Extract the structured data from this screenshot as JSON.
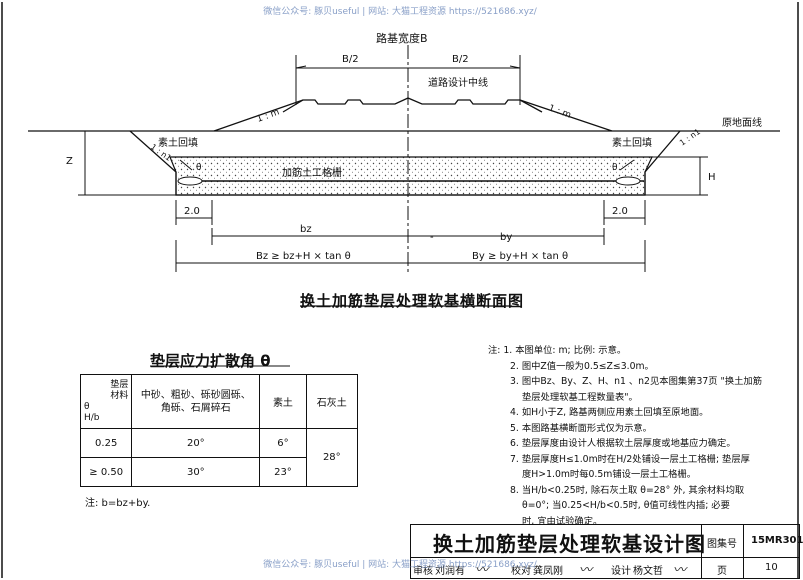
{
  "watermark": "微信公众号: 豚贝useful | 网站: 大猫工程资源 https://521686.xyz/",
  "diagram": {
    "roadbed_width": "路基宽度B",
    "half_width": "B/2",
    "centerline": "道路设计中线",
    "slope": "1 : m",
    "slope_n1": "1 : n1",
    "ground_line": "原地面线",
    "backfill": "素土回填",
    "geogrid": "加筋土工格栅",
    "theta": "θ",
    "z_label": "Z",
    "h_label": "H",
    "dim_2": "2.0",
    "bz": "bz",
    "by": "by",
    "dash": "-",
    "bz_formula": "Bz ≥ bz+H × tan θ",
    "by_formula": "By ≥ by+H × tan θ"
  },
  "section_title": "换土加筋垫层处理软基横断面图",
  "table": {
    "title": "垫层应力扩散角 θ",
    "header_corner": [
      "垫层",
      "材料",
      "θ",
      "H/b"
    ],
    "col_headers": [
      "中砂、粗砂、砾砂圆砾、角砾、石屑碎石",
      "素土",
      "石灰土"
    ],
    "rows": [
      {
        "ratio": "0.25",
        "sand": "20°",
        "soil": "6°"
      },
      {
        "ratio": "≥ 0.50",
        "sand": "30°",
        "soil": "23°"
      }
    ],
    "lime": "28°",
    "note": "注: b=bz+by."
  },
  "notes": [
    "注: 1. 本图单位: m; 比例: 示意。",
    "2. 图中Z值一般为0.5≤Z≤3.0m。",
    "3. 图中Bz、By、Z、H、n1 、n2见本图集第37页 \"换土加筋",
    "垫层处理软基工程数量表\"。",
    "4. 如H小于Z, 路基两侧应用素土回填至原地面。",
    "5. 本图路基横断面形式仅为示意。",
    "6. 垫层厚度由设计人根据软土层厚度或地基应力确定。",
    "7. 垫层厚度H≤1.0m时在H/2处铺设一层土工格栅; 垫层厚",
    "度H>1.0m时每0.5m铺设一层土工格栅。",
    "8. 当H/b<0.25时, 除石灰土取 θ=28° 外, 其余材料均取",
    "θ=0°; 当0.25<H/b<0.5时, θ值可线性内插; 必要",
    "时, 宜由试验确定。"
  ],
  "title_block": {
    "title": "换土加筋垫层处理软基设计图",
    "atlas_label": "图集号",
    "atlas_no": "15MR301",
    "review_label": "审核",
    "reviewer": "刘润有",
    "check_label": "校对",
    "checker": "龚凤刚",
    "design_label": "设计",
    "designer": "杨文哲",
    "page_label": "页",
    "page_no": "10"
  }
}
